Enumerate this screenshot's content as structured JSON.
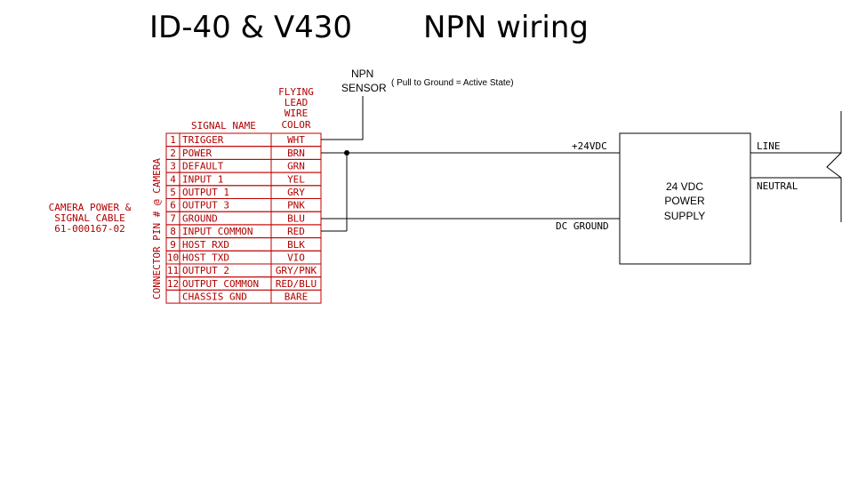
{
  "title_main": "ID-40 & V430",
  "title_sub": "NPN wiring",
  "sensor": {
    "line1": "NPN",
    "line2": "SENSOR",
    "note": "( Pull to Ground = Active State)"
  },
  "header": {
    "color_lines": [
      "FLYING",
      "LEAD",
      "WIRE",
      "COLOR"
    ],
    "signal_name": "SIGNAL NAME"
  },
  "vertical_label": "CONNECTOR PIN # @ CAMERA",
  "cable_label": [
    "CAMERA POWER &",
    "SIGNAL CABLE",
    "61-000167-02"
  ],
  "rows": [
    {
      "pin": "1",
      "signal": "TRIGGER",
      "color": "WHT"
    },
    {
      "pin": "2",
      "signal": "POWER",
      "color": "BRN"
    },
    {
      "pin": "3",
      "signal": "DEFAULT",
      "color": "GRN"
    },
    {
      "pin": "4",
      "signal": "INPUT 1",
      "color": "YEL"
    },
    {
      "pin": "5",
      "signal": "OUTPUT 1",
      "color": "GRY"
    },
    {
      "pin": "6",
      "signal": "OUTPUT 3",
      "color": "PNK"
    },
    {
      "pin": "7",
      "signal": "GROUND",
      "color": "BLU"
    },
    {
      "pin": "8",
      "signal": "INPUT COMMON",
      "color": "RED"
    },
    {
      "pin": "9",
      "signal": "HOST RXD",
      "color": "BLK"
    },
    {
      "pin": "10",
      "signal": "HOST TXD",
      "color": "VIO"
    },
    {
      "pin": "11",
      "signal": "OUTPUT 2",
      "color": "GRY/PNK"
    },
    {
      "pin": "12",
      "signal": "OUTPUT COMMON",
      "color": "RED/BLU"
    },
    {
      "pin": "",
      "signal": "CHASSIS GND",
      "color": "BARE"
    }
  ],
  "wires": {
    "plus24": "+24VDC",
    "dc_ground": "DC GROUND",
    "line": "LINE",
    "neutral": "NEUTRAL"
  },
  "power_supply": [
    "24 VDC",
    "POWER",
    "SUPPLY"
  ]
}
